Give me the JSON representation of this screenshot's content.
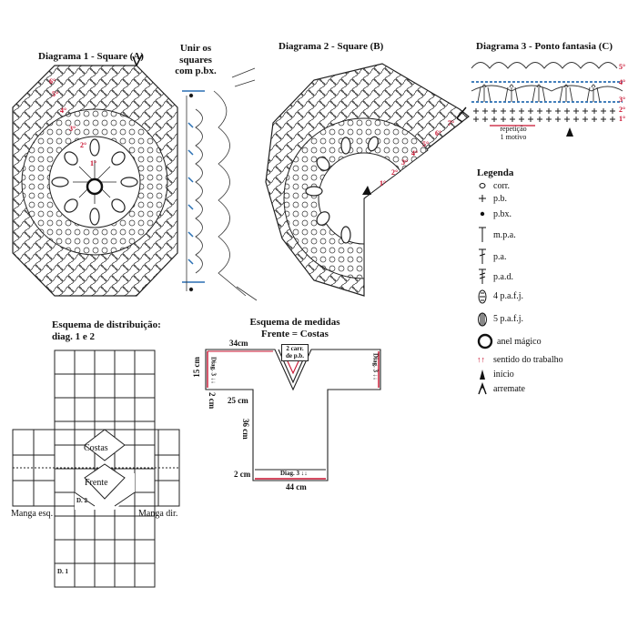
{
  "titles": {
    "d1": "Diagrama 1 - Square (A)",
    "d2": "Diagrama 2 - Square (B)",
    "d3": "Diagrama 3 - Ponto fantasia (C)",
    "join": [
      "Unir os",
      "squares",
      "com p.bx."
    ],
    "dist": [
      "Esquema de distribuição:",
      "diag. 1 e 2"
    ],
    "meas": [
      "Esquema de medidas",
      "Frente = Costas"
    ]
  },
  "rounds_d1": [
    "6°",
    "5°",
    "4°",
    "3°",
    "2°",
    "1°"
  ],
  "rounds_d2": [
    "1°",
    "2°",
    "3°",
    "4°",
    "5°",
    "6°",
    "7°"
  ],
  "rows_d3": [
    "5°",
    "4°",
    "3°",
    "2°",
    "1°"
  ],
  "repeat": [
    "repetição",
    "1 motivo"
  ],
  "legend": {
    "title": "Legenda",
    "items": [
      {
        "sym": "circle-icon",
        "label": "corr."
      },
      {
        "sym": "plus-icon",
        "label": "p.b."
      },
      {
        "sym": "dot-icon",
        "label": "p.bx."
      },
      {
        "sym": "mpa-icon",
        "label": "m.p.a."
      },
      {
        "sym": "pa-icon",
        "label": "p.a."
      },
      {
        "sym": "pad-icon",
        "label": "p.a.d."
      },
      {
        "sym": "4pafj-icon",
        "label": "4 p.a.f.j."
      },
      {
        "sym": "5pafj-icon",
        "label": "5 p.a.f.j."
      },
      {
        "sym": "ring-icon",
        "label": "anel mágico"
      },
      {
        "sym": "arrows-icon",
        "label": "sentido do trabalho"
      },
      {
        "sym": "start-icon",
        "label": "início"
      },
      {
        "sym": "finish-icon",
        "label": "arremate"
      }
    ]
  },
  "dist": {
    "costas": "Costas",
    "frente": "Frente",
    "d2": "D. 2",
    "d1": "D. 1",
    "manga_esq": "Manga esq.",
    "manga_dir": "Manga dir."
  },
  "meas": {
    "w34": "34cm",
    "h15": "15 cm",
    "h2a": "2 cm",
    "w25": "25 cm",
    "h36": "36 cm",
    "h2b": "2 cm",
    "w44": "44 cm",
    "carr": [
      "2 carr.",
      "de p.b."
    ],
    "diag3_top": "Diag. 3 ↓↓",
    "diag3_right": "Diag. 3 ↓↓",
    "diag3_bottom": "Diag. 3 ↓↓"
  }
}
